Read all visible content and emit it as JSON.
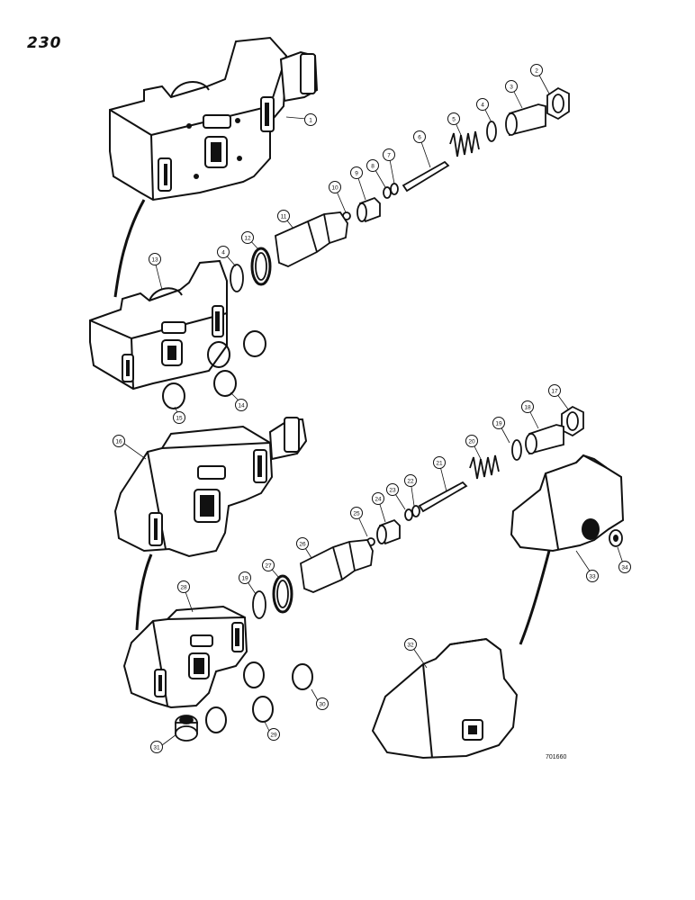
{
  "page": {
    "number": "230",
    "figure_code": "701660"
  },
  "colors": {
    "ink": "#111111",
    "paper": "#ffffff"
  },
  "callouts": [
    {
      "id": "c1",
      "label": "1"
    },
    {
      "id": "c2",
      "label": "2"
    },
    {
      "id": "c3",
      "label": "3"
    },
    {
      "id": "c4a",
      "label": "4"
    },
    {
      "id": "c5",
      "label": "5"
    },
    {
      "id": "c6",
      "label": "6"
    },
    {
      "id": "c7",
      "label": "7"
    },
    {
      "id": "c8",
      "label": "8"
    },
    {
      "id": "c9",
      "label": "9"
    },
    {
      "id": "c10",
      "label": "10"
    },
    {
      "id": "c11",
      "label": "11"
    },
    {
      "id": "c12",
      "label": "12"
    },
    {
      "id": "c4b",
      "label": "4"
    },
    {
      "id": "c13",
      "label": "13"
    },
    {
      "id": "c14",
      "label": "14"
    },
    {
      "id": "c15",
      "label": "15"
    },
    {
      "id": "c16",
      "label": "16"
    },
    {
      "id": "c17",
      "label": "17"
    },
    {
      "id": "c18",
      "label": "18"
    },
    {
      "id": "c19a",
      "label": "19"
    },
    {
      "id": "c20",
      "label": "20"
    },
    {
      "id": "c21",
      "label": "21"
    },
    {
      "id": "c22",
      "label": "22"
    },
    {
      "id": "c23",
      "label": "23"
    },
    {
      "id": "c24",
      "label": "24"
    },
    {
      "id": "c25",
      "label": "25"
    },
    {
      "id": "c26",
      "label": "26"
    },
    {
      "id": "c27",
      "label": "27"
    },
    {
      "id": "c19b",
      "label": "19"
    },
    {
      "id": "c28",
      "label": "28"
    },
    {
      "id": "c29",
      "label": "29"
    },
    {
      "id": "c30",
      "label": "30"
    },
    {
      "id": "c31",
      "label": "31"
    },
    {
      "id": "c32",
      "label": "32"
    },
    {
      "id": "c33",
      "label": "33"
    },
    {
      "id": "c34",
      "label": "34"
    }
  ]
}
